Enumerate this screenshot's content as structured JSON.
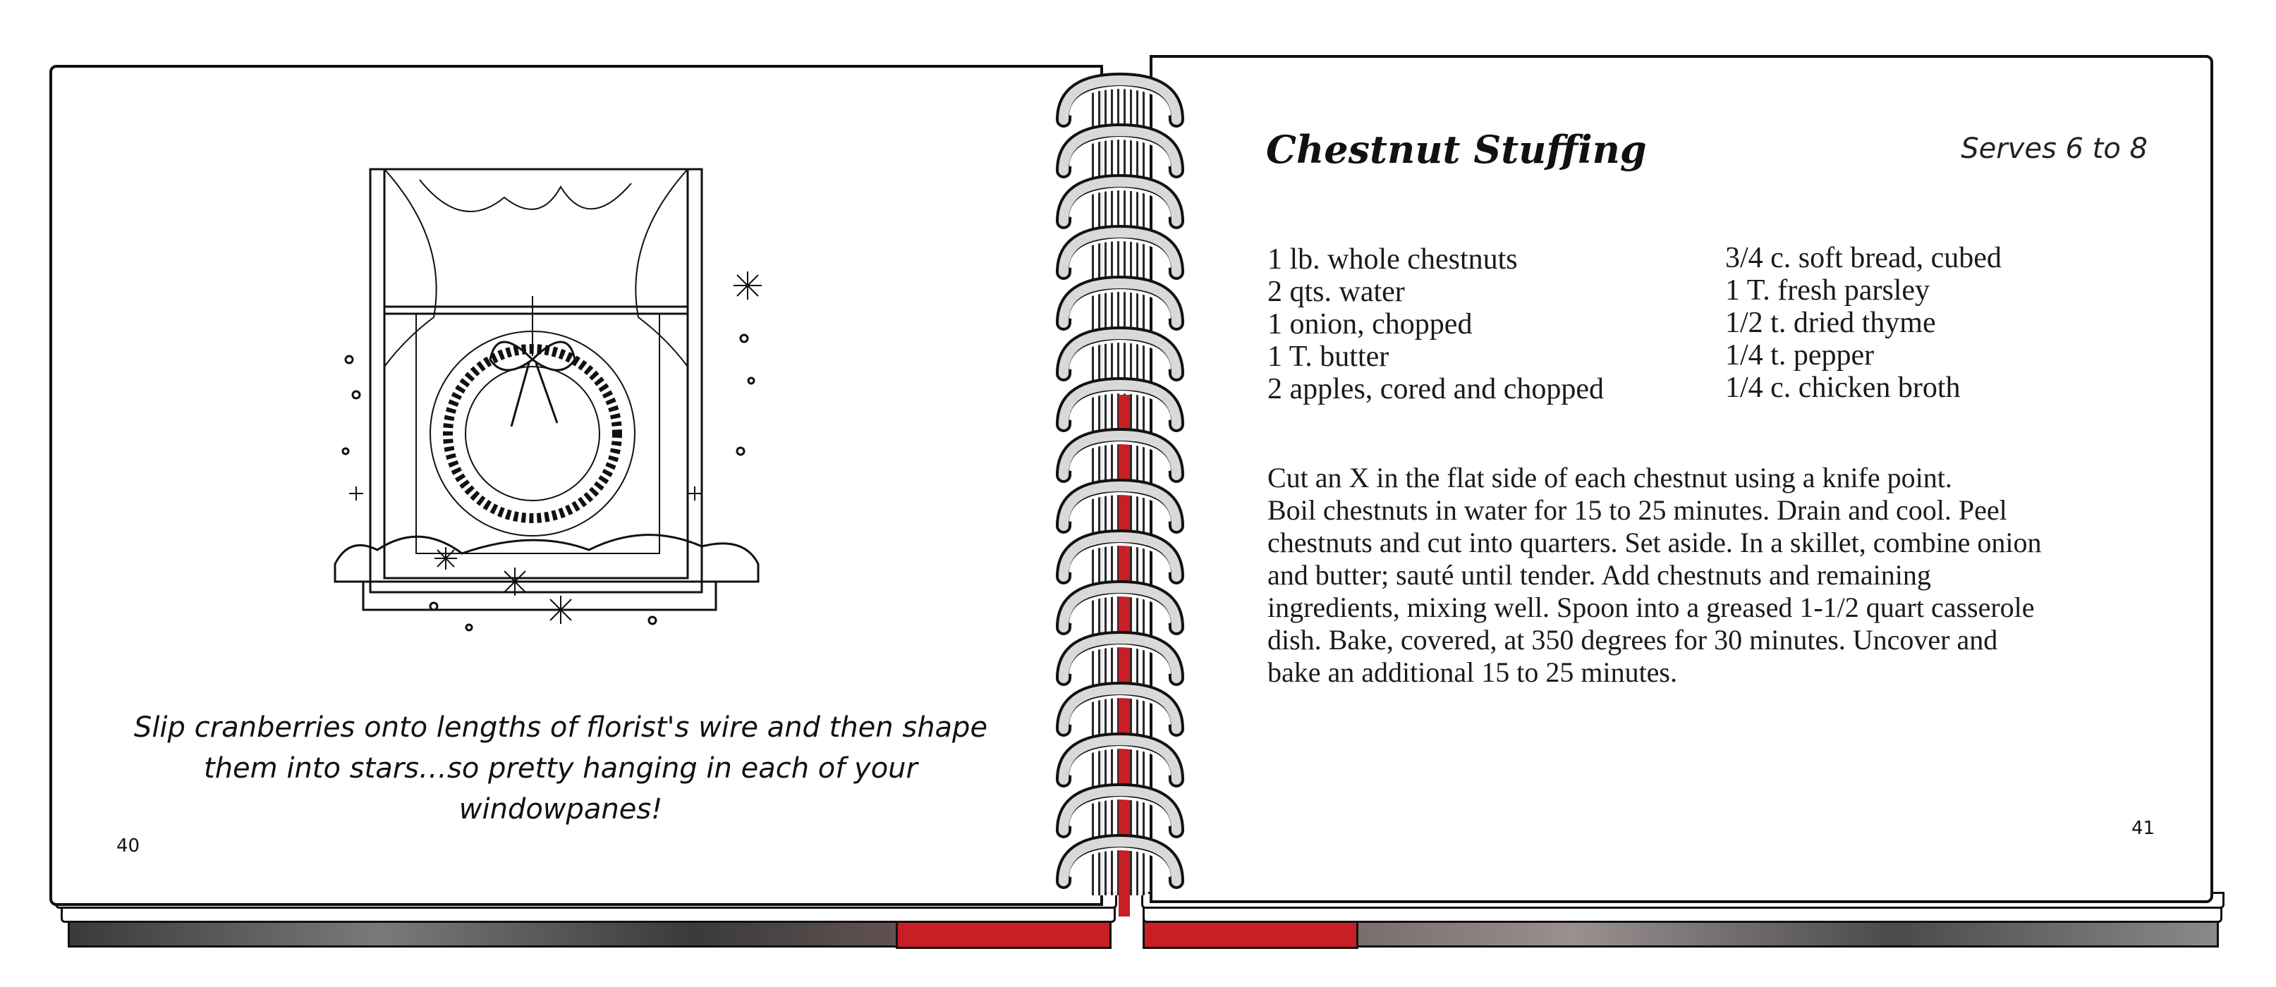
{
  "left_page": {
    "tip": "Slip cranberries onto lengths of florist's wire and then shape them into stars…so pretty hanging in each of your windowpanes!",
    "page_number": "40"
  },
  "right_page": {
    "title": "Chestnut Stuffing",
    "serves": "Serves 6 to 8",
    "ingredients_left": [
      "1 lb. whole chestnuts",
      "2 qts. water",
      "1 onion, chopped",
      "1 T. butter",
      "2 apples, cored and chopped"
    ],
    "ingredients_right": [
      "3/4 c. soft bread, cubed",
      "1 T. fresh parsley",
      "1/2 t. dried thyme",
      "1/4 t. pepper",
      "1/4 c. chicken broth"
    ],
    "directions": [
      "Cut an X in the flat side of each chestnut using a knife point.",
      "Boil chestnuts in water for 15 to 25 minutes. Drain and cool. Peel",
      "chestnuts and cut into quarters. Set aside. In a skillet, combine onion",
      "and butter; sauté until tender. Add chestnuts and remaining",
      "ingredients, mixing well. Spoon into a greased 1-1/2 quart casserole",
      "dish. Bake, covered, at 350 degrees for 30 minutes. Uncover and",
      "bake an additional 15 to 25 minutes."
    ],
    "page_number": "41"
  },
  "colors": {
    "binding_red": "#c81e25",
    "ink": "#111111",
    "paper": "#ffffff"
  }
}
